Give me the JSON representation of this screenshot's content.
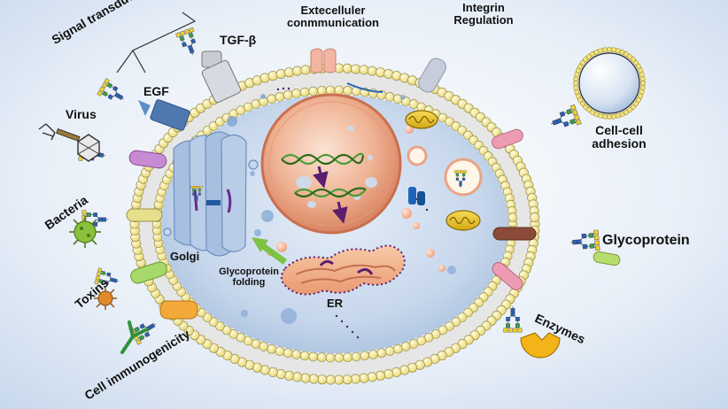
{
  "labels": {
    "signal_transduction": "Signal transduction",
    "tgf_beta": "TGF-β",
    "extracellular_line1": "Extecelluler",
    "extracellular_line2": "conmmunication",
    "integrin_line1": "Integrin",
    "integrin_line2": "Regulation",
    "egf": "EGF",
    "virus": "Virus",
    "cell_cell_line1": "Cell-cell",
    "cell_cell_line2": "adhesion",
    "bacteria": "Bacteria",
    "golgi": "Golgi",
    "glycoprotein": "Glycoprotein",
    "toxins": "Toxins",
    "glycoprotein_folding_line1": "Glycoprotein",
    "glycoprotein_folding_line2": "folding",
    "er": "ER",
    "enzymes": "Enzymes",
    "cell_immunogenicity": "Cell immunogenicity"
  },
  "colors": {
    "background": "#dfe9f4",
    "membrane_head": "#f4e88c",
    "membrane_outline": "#8c8440",
    "cytoplasm": "#b9cbe4",
    "nucleus": "#e9a585",
    "golgi": "#9fb7d8",
    "er": "#f0b08a",
    "mitochondria": "#e9c42a",
    "glycan_blue": "#2b5fb5",
    "glycan_green": "#37a04a",
    "glycan_yellow": "#f2d22e",
    "arrow_green": "#7cc243",
    "purple_arrow": "#5a1e6e"
  }
}
